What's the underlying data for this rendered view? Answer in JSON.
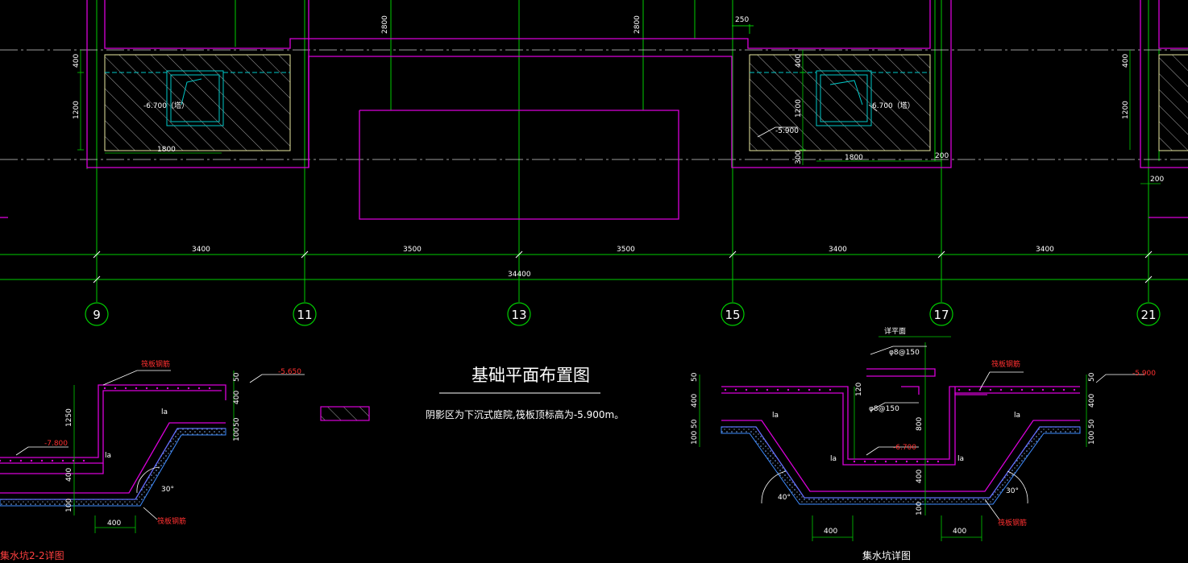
{
  "drawing": {
    "title": "基础平面布置图",
    "note": "阴影区为下沉式庭院,筏板顶标高为-5.900m。",
    "colors": {
      "background": "#000000",
      "grid_green": "#00cc00",
      "wall_magenta": "#d900d9",
      "hatch_yellow": "#e8e8a0",
      "pit_cyan": "#00c8c8",
      "text_white": "#ffffff",
      "elev_red": "#ff2020",
      "rebar_blue": "#3d8bff"
    }
  },
  "plan": {
    "axes": [
      "9",
      "11",
      "13",
      "15",
      "17",
      "21"
    ],
    "spans": [
      "3400",
      "3500",
      "3500",
      "3400",
      "3400"
    ],
    "total": "34400",
    "dims_top": [
      "2800",
      "2800",
      "250"
    ],
    "dims_left": [
      "400",
      "1200"
    ],
    "dims_right": [
      "400",
      "1200",
      "300"
    ],
    "dims_far_right": [
      "400",
      "1200",
      "200"
    ],
    "pit_widths": [
      "1800",
      "1800"
    ],
    "side_200": "200",
    "pit_labels": [
      "-6.700（塔）",
      "6.700（塔）"
    ],
    "elev_pit2": "-5.900"
  },
  "detail_left": {
    "caption": "集水坑2-2详图",
    "elev_top": "-5.650",
    "elev_mid": "-7.800",
    "rebar_label": "筏板钢筋",
    "rebar_label2": "筏板钢筋",
    "dims_v": [
      "1250",
      "400",
      "100"
    ],
    "dims_h": [
      "400"
    ],
    "dims_right": [
      "50",
      "400",
      "50",
      "100"
    ],
    "angle": "30°",
    "la": "la"
  },
  "detail_right": {
    "caption": "集水坑详图",
    "plan_label": "详平面",
    "bar1": "φ8@150",
    "bar2": "φ8@150",
    "rebar_label": "筏板钢筋",
    "rebar_label2": "筏板钢筋",
    "elev_top": "-5.900",
    "elev_pit": "-6.700",
    "dims_left": [
      "50",
      "400",
      "50",
      "100"
    ],
    "dims_right": [
      "50",
      "400",
      "50",
      "100"
    ],
    "dims_mid": [
      "120",
      "800",
      "400",
      "100"
    ],
    "dims_h": [
      "400",
      "400"
    ],
    "angle_l": "40°",
    "angle_r": "30°",
    "la": "la"
  }
}
